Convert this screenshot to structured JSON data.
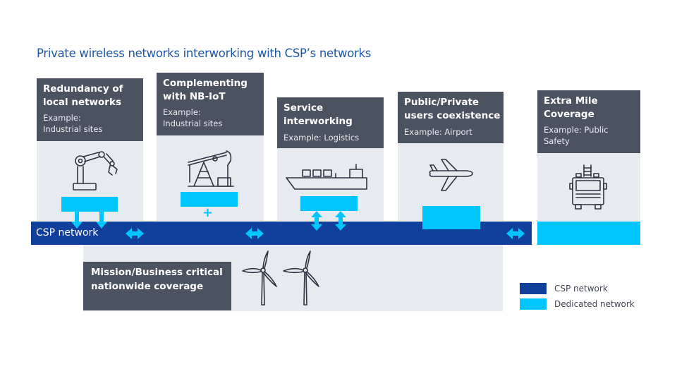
{
  "title": "Private wireless networks interworking with CSP’s networks",
  "panels": [
    {
      "title_lines": [
        "Redundancy of",
        "local networks"
      ],
      "sub_lines": [
        "Example:",
        "Industrial sites"
      ],
      "icon": "robot-arm-icon"
    },
    {
      "title_lines": [
        "Complementing",
        "with NB-IoT"
      ],
      "sub_lines": [
        "Example:",
        "Industrial sites"
      ],
      "icon": "oil-pump-icon",
      "plus": "+"
    },
    {
      "title_lines": [
        "Service",
        "interworking"
      ],
      "sub_lines": [
        "Example: Logistics"
      ],
      "icon": "cargo-ship-icon"
    },
    {
      "title_lines": [
        "Public/Private",
        "users coexistence"
      ],
      "sub_lines": [
        "Example: Airport"
      ],
      "icon": "airplane-icon"
    },
    {
      "title_lines": [
        "Extra Mile",
        "Coverage"
      ],
      "sub_lines": [
        "Example: Public",
        "Safety"
      ],
      "icon": "fire-truck-icon"
    }
  ],
  "csp_bar": {
    "label": "CSP network"
  },
  "mission": {
    "title_lines": [
      "Mission/Business critical",
      "nationwide coverage"
    ],
    "icon": "wind-turbine-icon"
  },
  "legend": [
    {
      "label": "CSP network",
      "color": "#113f9c"
    },
    {
      "label": "Dedicated network",
      "color": "#00c5ff"
    }
  ],
  "colors": {
    "csp": "#113f9c",
    "dedicated": "#00c5ff",
    "header": "#4b5260",
    "panel": "#e7eaef",
    "title": "#1e56a8"
  }
}
